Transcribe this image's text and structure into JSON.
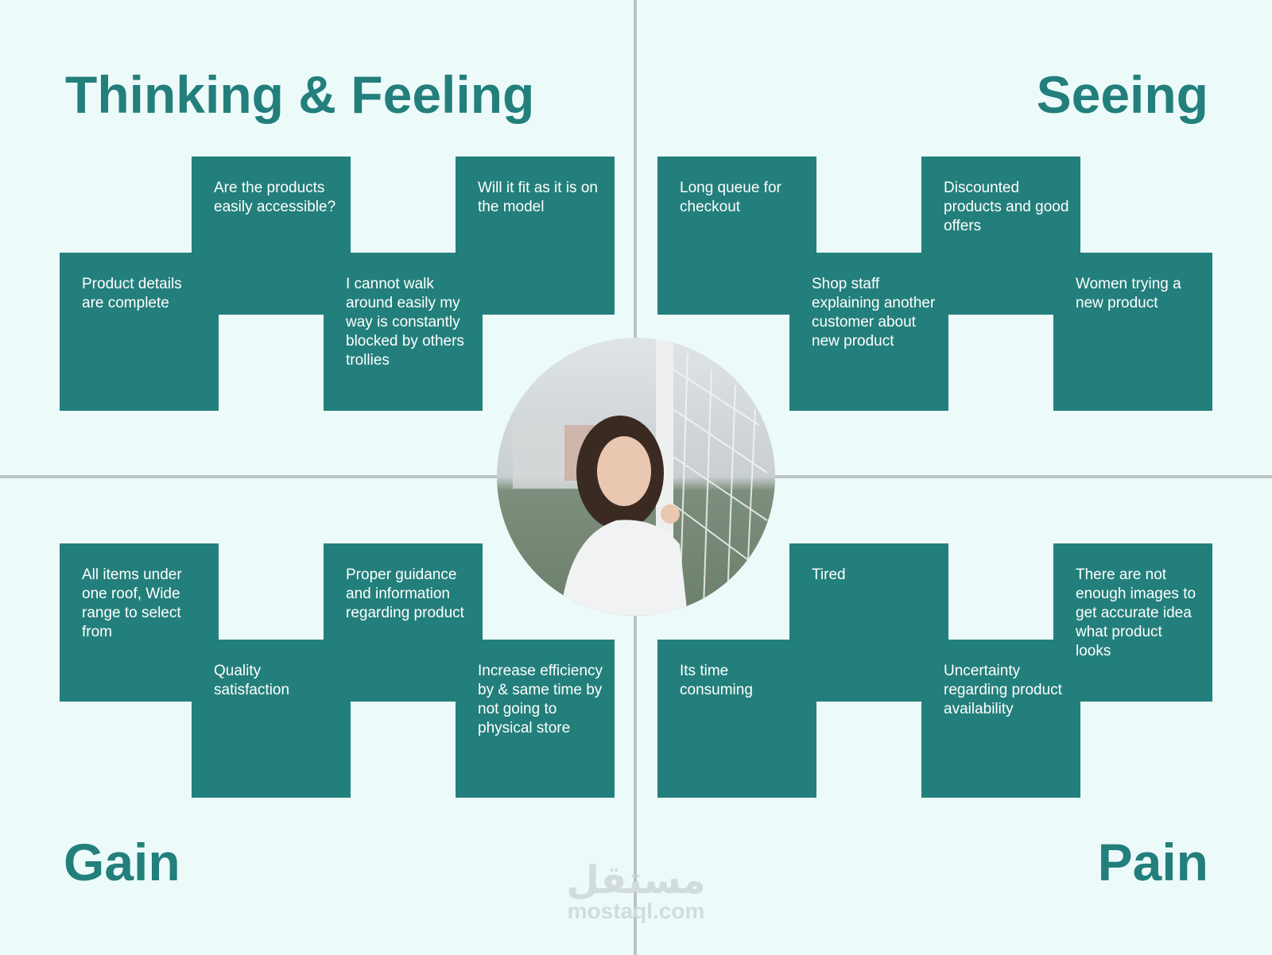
{
  "quadrants": {
    "thinking_feeling": {
      "title": "Thinking & Feeling",
      "items": [
        "Product details are complete",
        "Are the products easily accessible?",
        "I cannot walk around easily my way is constantly blocked by others trollies",
        "Will it fit as it is on the model"
      ]
    },
    "seeing": {
      "title": "Seeing",
      "items": [
        "Long queue for checkout",
        "Shop staff explaining another customer about new product",
        "Discounted products and good offers",
        "Women trying a new product"
      ]
    },
    "gain": {
      "title": "Gain",
      "items": [
        "All items under one roof, Wide range to select from",
        "Quality satisfaction",
        "Proper guidance and information regarding product",
        "Increase efficiency by & same time by not going to physical store"
      ]
    },
    "pain": {
      "title": "Pain",
      "items": [
        "Its time consuming",
        "Tired",
        "Uncertainty regarding product availability",
        "There are not enough images to get accurate idea what product looks"
      ]
    }
  },
  "watermark": {
    "arabic": "مستقل",
    "latin": "mostaql.com"
  },
  "colors": {
    "accent": "#237f7b",
    "background": "#ecfbfa",
    "divider": "#bcc3c3"
  }
}
